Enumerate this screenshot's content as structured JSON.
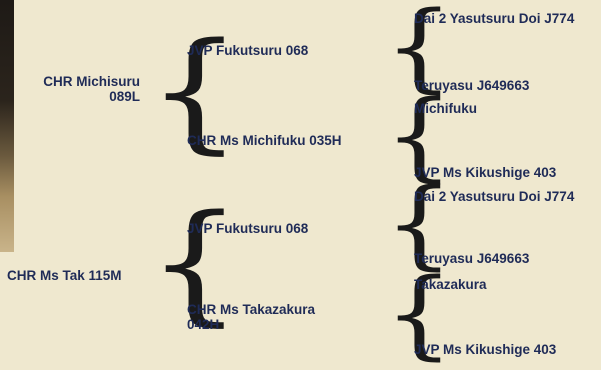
{
  "sire": {
    "name": "CHR Michisuru 089L",
    "sire": {
      "name": "JVP Fukutsuru 068",
      "sire": "Dai 2 Yasutsuru Doi J774",
      "dam": "Teruyasu J649663"
    },
    "dam": {
      "name": "CHR Ms Michifuku 035H",
      "sire": "Michifuku",
      "dam": "JVP Ms Kikushige 403"
    }
  },
  "dam": {
    "name": "CHR Ms Tak 115M",
    "sire": {
      "name": "JVP Fukutsuru 068",
      "sire": "Dai 2 Yasutsuru Doi J774",
      "dam": "Teruyasu J649663"
    },
    "dam": {
      "name": "CHR Ms Takazakura 042H",
      "sire": "Takazakura",
      "dam": "JVP Ms Kikushige 403"
    }
  }
}
